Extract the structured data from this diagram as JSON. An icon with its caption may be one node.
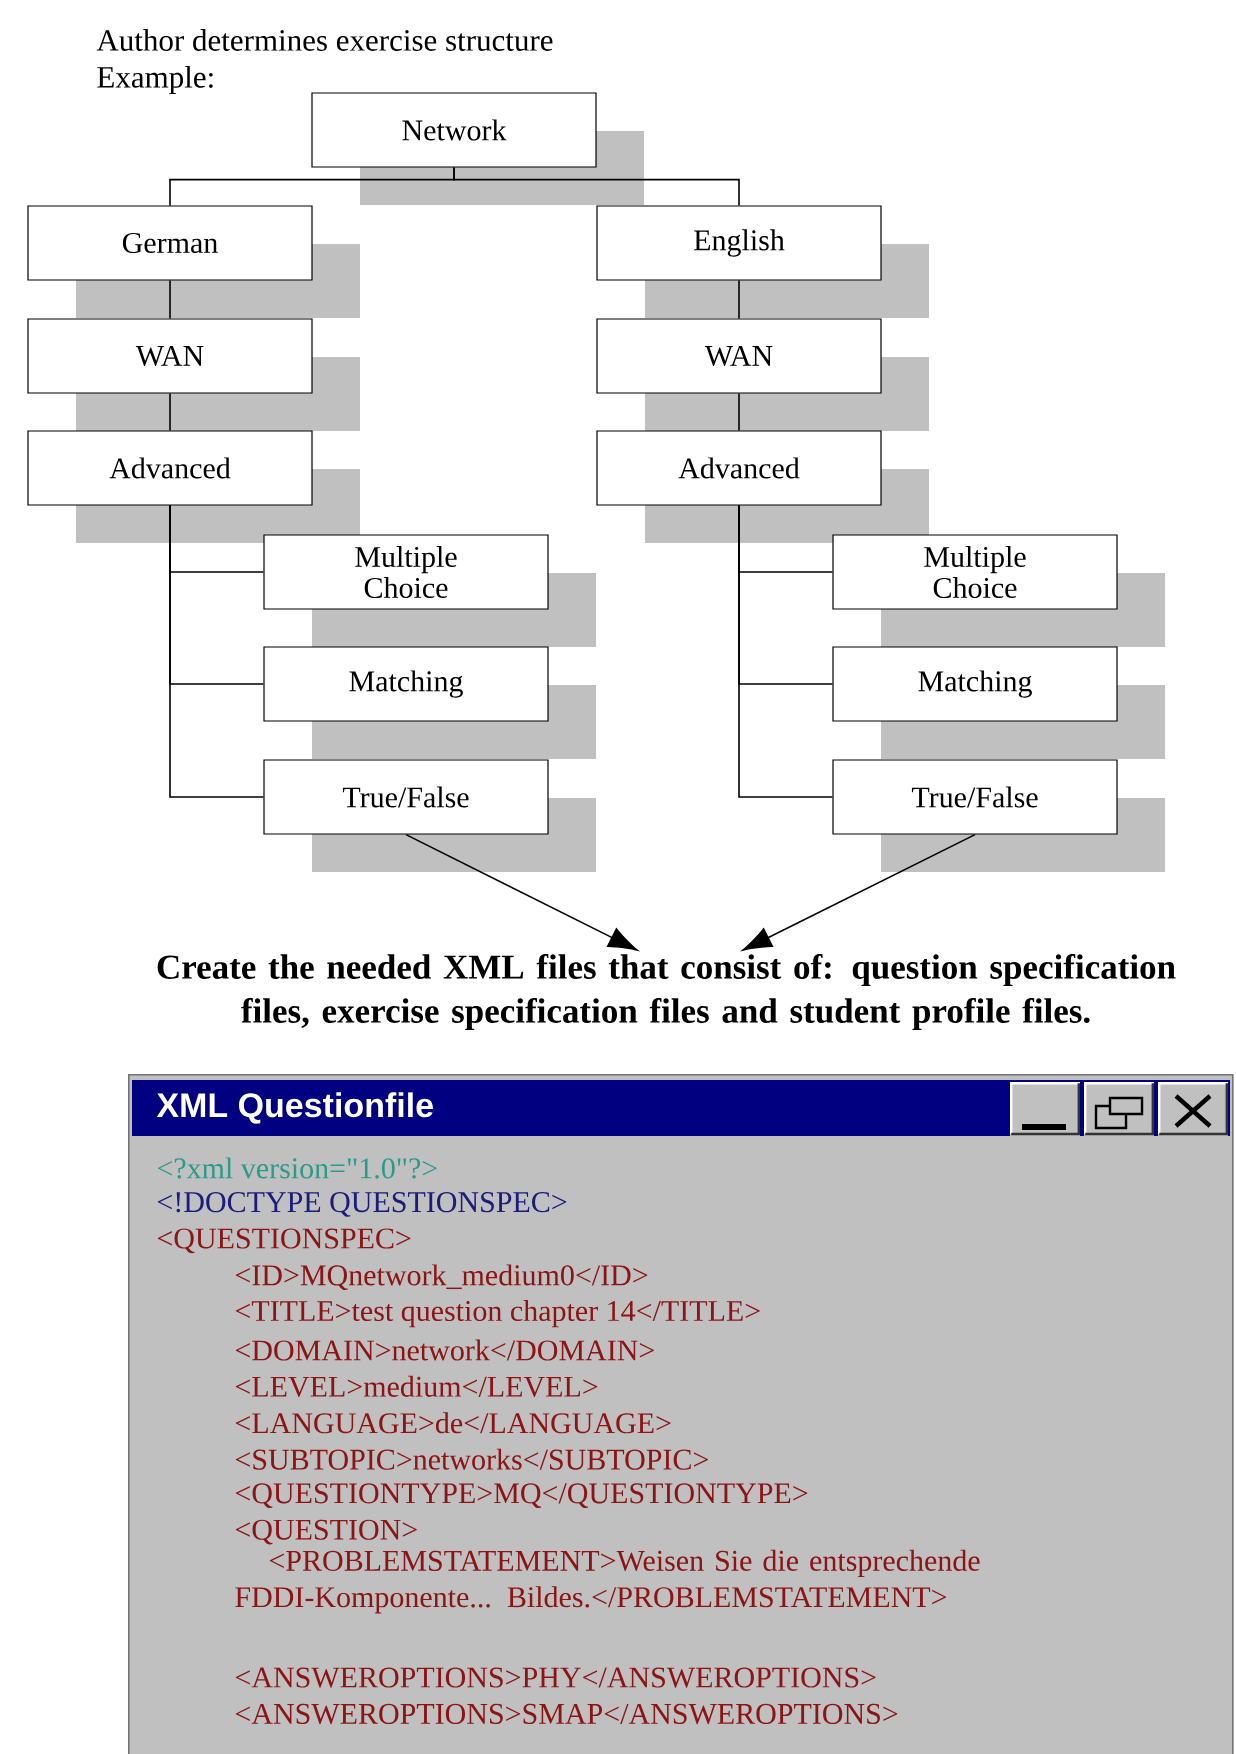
{
  "diagram": {
    "nodes": [
      {
        "text": [
          "Network"
        ]
      },
      {
        "text": [
          "German"
        ]
      },
      {
        "text": [
          "WAN"
        ]
      },
      {
        "text": [
          "Advanced"
        ]
      },
      {
        "text": [
          "Multiple Choice"
        ]
      },
      {
        "text": [
          "Matching"
        ]
      },
      {
        "text": [
          "True/False"
        ]
      },
      {
        "text": [
          "English"
        ]
      },
      {
        "text": [
          "WAN"
        ]
      },
      {
        "text": [
          "Advanced"
        ]
      },
      {
        "text": [
          "Multiple Choice"
        ]
      },
      {
        "text": [
          "Matching"
        ]
      },
      {
        "text": [
          "True/False"
        ]
      },
      {
        "text": [
          "Create the needed XML files that consist of: question specification files, exercise specification files and student profile files."
        ]
      },
      {
        "text": [
          "XML Questionfile"
        ]
      }
    ],
    "edges": [
      {
        "from": 0,
        "to": 1,
        "arrow": "none"
      },
      {
        "from": 0,
        "to": 7,
        "arrow": "none"
      },
      {
        "from": 1,
        "to": 2,
        "arrow": "none"
      },
      {
        "from": 2,
        "to": 3,
        "arrow": "none"
      },
      {
        "from": 3,
        "to": 4,
        "arrow": "none"
      },
      {
        "from": 3,
        "to": 5,
        "arrow": "none"
      },
      {
        "from": 3,
        "to": 6,
        "arrow": "none"
      },
      {
        "from": 7,
        "to": 8,
        "arrow": "none"
      },
      {
        "from": 8,
        "to": 9,
        "arrow": "none"
      },
      {
        "from": 9,
        "to": 10,
        "arrow": "none"
      },
      {
        "from": 9,
        "to": 11,
        "arrow": "none"
      },
      {
        "from": 9,
        "to": 12,
        "arrow": "none"
      },
      {
        "from": 6,
        "to": 13,
        "arrow": "to"
      },
      {
        "from": 12,
        "to": 13,
        "arrow": "to"
      }
    ],
    "labels": [
      "Author determines exercise structure",
      "Example:",
      "<?xml version=\"1.0\"?>",
      "<!DOCTYPE QUESTIONSPEC>",
      "<QUESTIONSPEC>",
      "<ID>MQnetwork_medium0</ID>",
      "<TITLE>test question chapter 14</TITLE>",
      "<DOMAIN>network</DOMAIN>",
      "<LEVEL>medium</LEVEL>",
      "<LANGUAGE>de</LANGUAGE>",
      "<SUBTOPIC>networks</SUBTOPIC>",
      "<QUESTIONTYPE>MQ</QUESTIONTYPE>",
      "<QUESTION>",
      "<PROBLEMSTATEMENT>Weisen Sie die entsprechende FDDI-Komponente... Bildes.</PROBLEMSTATEMENT>",
      "<ANSWEROPTIONS>PHY</ANSWEROPTIONS>",
      "<ANSWEROPTIONS>SMAP</ANSWEROPTIONS>"
    ]
  }
}
